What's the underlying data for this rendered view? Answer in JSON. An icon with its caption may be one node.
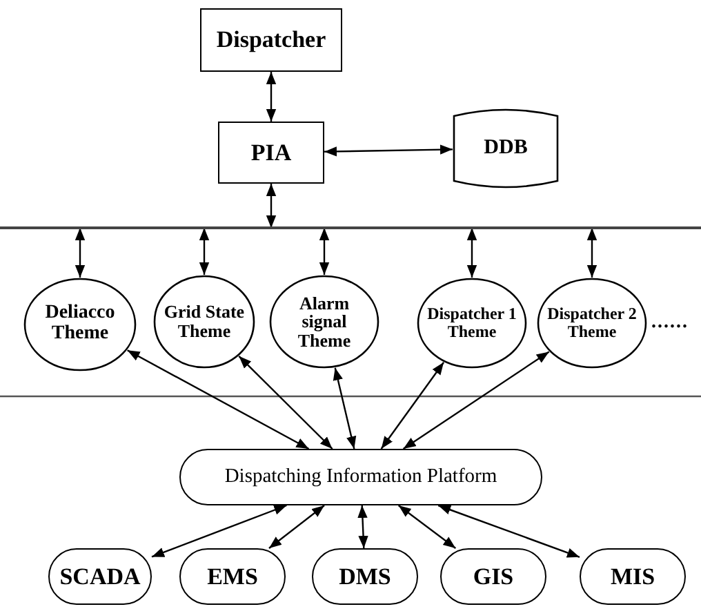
{
  "diagram": {
    "nodes": [
      {
        "text": [
          "Dispatcher"
        ]
      },
      {
        "text": [
          "PIA"
        ]
      },
      {
        "text": [
          "DDB"
        ]
      },
      {
        "text": [],
        "shape": "bar"
      },
      {
        "text": [
          "Deliacco Theme"
        ]
      },
      {
        "text": [
          "Grid State Theme"
        ]
      },
      {
        "text": [
          "Alarm signal Theme"
        ]
      },
      {
        "text": [
          "Dispatcher 1 Theme"
        ]
      },
      {
        "text": [
          "Dispatcher 2 Theme"
        ]
      },
      {
        "text": [
          "Dispatching Information Platform"
        ]
      },
      {
        "text": [
          "SCADA"
        ]
      },
      {
        "text": [
          "EMS"
        ]
      },
      {
        "text": [
          "DMS"
        ]
      },
      {
        "text": [
          "GIS"
        ]
      },
      {
        "text": [
          "MIS"
        ]
      }
    ],
    "edges": [
      {
        "from": 0,
        "to": 1,
        "arrow": "both"
      },
      {
        "from": 1,
        "to": 2,
        "arrow": "both"
      },
      {
        "from": 1,
        "to": 3,
        "arrow": "both"
      },
      {
        "from": 3,
        "to": 4,
        "arrow": "both"
      },
      {
        "from": 3,
        "to": 5,
        "arrow": "both"
      },
      {
        "from": 3,
        "to": 6,
        "arrow": "both"
      },
      {
        "from": 3,
        "to": 7,
        "arrow": "both"
      },
      {
        "from": 3,
        "to": 8,
        "arrow": "both"
      },
      {
        "from": 4,
        "to": 9,
        "arrow": "both"
      },
      {
        "from": 5,
        "to": 9,
        "arrow": "both"
      },
      {
        "from": 6,
        "to": 9,
        "arrow": "both"
      },
      {
        "from": 7,
        "to": 9,
        "arrow": "both"
      },
      {
        "from": 8,
        "to": 9,
        "arrow": "both"
      },
      {
        "from": 9,
        "to": 10,
        "arrow": "both"
      },
      {
        "from": 9,
        "to": 11,
        "arrow": "both"
      },
      {
        "from": 9,
        "to": 12,
        "arrow": "both"
      },
      {
        "from": 9,
        "to": 13,
        "arrow": "both"
      },
      {
        "from": 9,
        "to": 14,
        "arrow": "both"
      }
    ],
    "labels": [
      "......"
    ]
  }
}
